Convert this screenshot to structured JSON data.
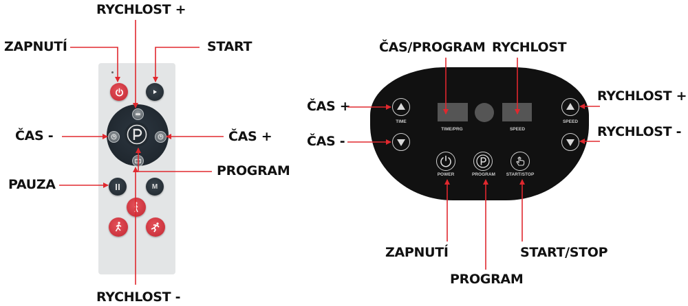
{
  "remote": {
    "callouts": {
      "power": "ZAPNUTÍ",
      "speed_up": "RYCHLOST +",
      "start": "START",
      "time_down": "ČAS -",
      "time_up": "ČAS +",
      "program": "PROGRAM",
      "pause": "PAUZA",
      "speed_down": "RYCHLOST -"
    },
    "buttons": {
      "mode_label": "M",
      "program_glyph": "P"
    },
    "colors": {
      "accent_red": "#c8303a",
      "button_dark": "#232b32",
      "body": "#e3e5e6"
    }
  },
  "panel": {
    "callouts": {
      "time_program": "ČAS/PROGRAM",
      "speed": "RYCHLOST",
      "time_up": "ČAS +",
      "time_down": "ČAS -",
      "speed_up": "RYCHLOST +",
      "speed_down": "RYCHLOST -",
      "power": "ZAPNUTÍ",
      "program": "PROGRAM",
      "start_stop": "START/STOP"
    },
    "labels": {
      "time": "TIME",
      "time_prg": "TIME/PRG",
      "speed_display": "SPEED",
      "speed_side": "SPEED",
      "power": "POWER",
      "program": "PROGRAM",
      "start_stop": "START/STOP"
    },
    "colors": {
      "body": "#111111",
      "display": "#555555",
      "arrow": "#e0282e"
    }
  }
}
